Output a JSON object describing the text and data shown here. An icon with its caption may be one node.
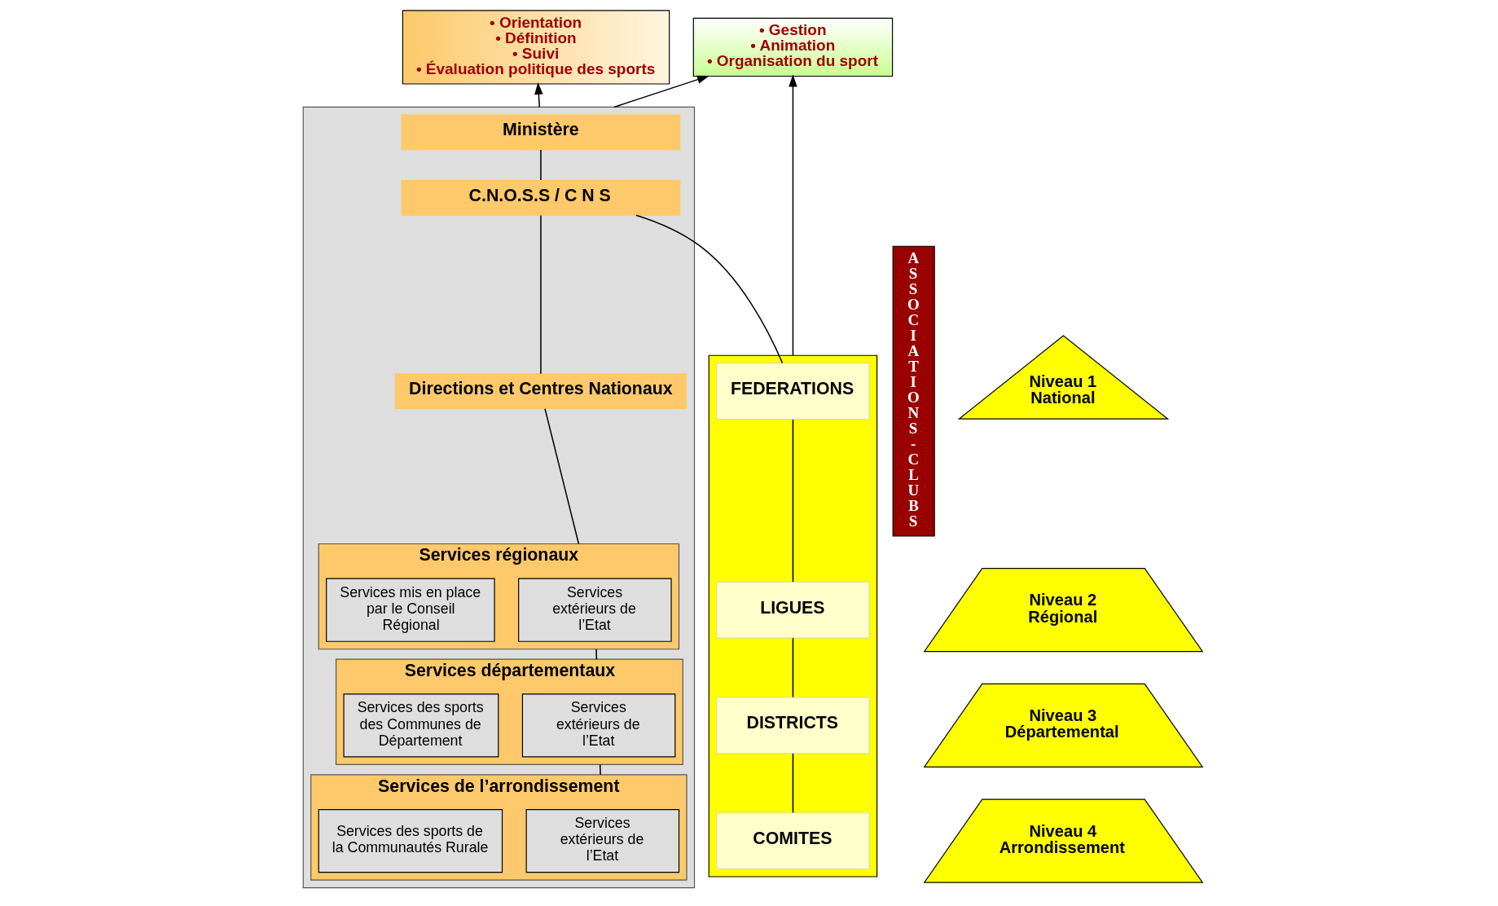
{
  "diagram": {
    "nodes": [
      {
        "text": [
          "• Orientation",
          "• Définition",
          "• Suivi",
          "• Évaluation politique des sports"
        ]
      },
      {
        "text": [
          "• Gestion",
          "• Animation",
          "• Organisation du sport"
        ]
      },
      {
        "text": [],
        "shape": "box"
      },
      {
        "text": [
          "Ministère"
        ],
        "in": 2
      },
      {
        "text": [
          "C.N.O.S.S / C N S"
        ],
        "in": 2
      },
      {
        "text": [
          "Directions et Centres Nationaux"
        ],
        "in": 2
      },
      {
        "text": [
          "Services régionaux"
        ],
        "in": 2
      },
      {
        "text": [
          "Services extérieurs de l’Etat"
        ],
        "in": 6
      },
      {
        "text": [
          "Services mis en place par le Conseil Régional"
        ],
        "in": 6
      },
      {
        "text": [
          "Services départementaux"
        ],
        "in": 2
      },
      {
        "text": [
          "Services extérieurs de l’Etat"
        ],
        "in": 9
      },
      {
        "text": [
          "Services des sports des Communes de Département"
        ],
        "in": 9
      },
      {
        "text": [
          "Services de l’arrondissement"
        ],
        "in": 2
      },
      {
        "text": [
          "Services extérieurs de l’Etat"
        ],
        "in": 12
      },
      {
        "text": [
          "Services des sports de la Communautés Rurale"
        ],
        "in": 12
      },
      {
        "text": [],
        "shape": "box"
      },
      {
        "text": [
          "FEDERATIONS"
        ],
        "in": 15
      },
      {
        "text": [
          "LIGUES"
        ],
        "in": 15
      },
      {
        "text": [
          "DISTRICTS"
        ],
        "in": 15
      },
      {
        "text": [
          "COMITES"
        ],
        "in": 15
      },
      {
        "text": [
          "ASSOCIATIONS - CLUBS"
        ]
      },
      {
        "text": [
          "Niveau 1 National"
        ]
      },
      {
        "text": [
          "Niveau 2 Régional"
        ]
      },
      {
        "text": [
          "Niveau 3 Départemental"
        ]
      },
      {
        "text": [
          "Niveau 4 Arrondissement"
        ]
      }
    ],
    "edges": [
      {
        "from": 2,
        "to": 0,
        "arrow": "to"
      },
      {
        "from": 2,
        "to": 1,
        "arrow": "to"
      },
      {
        "from": 3,
        "to": 4,
        "arrow": "none"
      },
      {
        "from": 4,
        "to": 5,
        "arrow": "none"
      },
      {
        "from": 4,
        "to": 16,
        "arrow": "none"
      },
      {
        "from": 5,
        "to": 6,
        "arrow": "none"
      },
      {
        "from": 6,
        "to": 9,
        "arrow": "none"
      },
      {
        "from": 9,
        "to": 12,
        "arrow": "none"
      },
      {
        "from": 16,
        "to": 17,
        "arrow": "none"
      },
      {
        "from": 17,
        "to": 18,
        "arrow": "none"
      },
      {
        "from": 18,
        "to": 19,
        "arrow": "none"
      },
      {
        "from": 15,
        "to": 1,
        "arrow": "to"
      }
    ]
  }
}
